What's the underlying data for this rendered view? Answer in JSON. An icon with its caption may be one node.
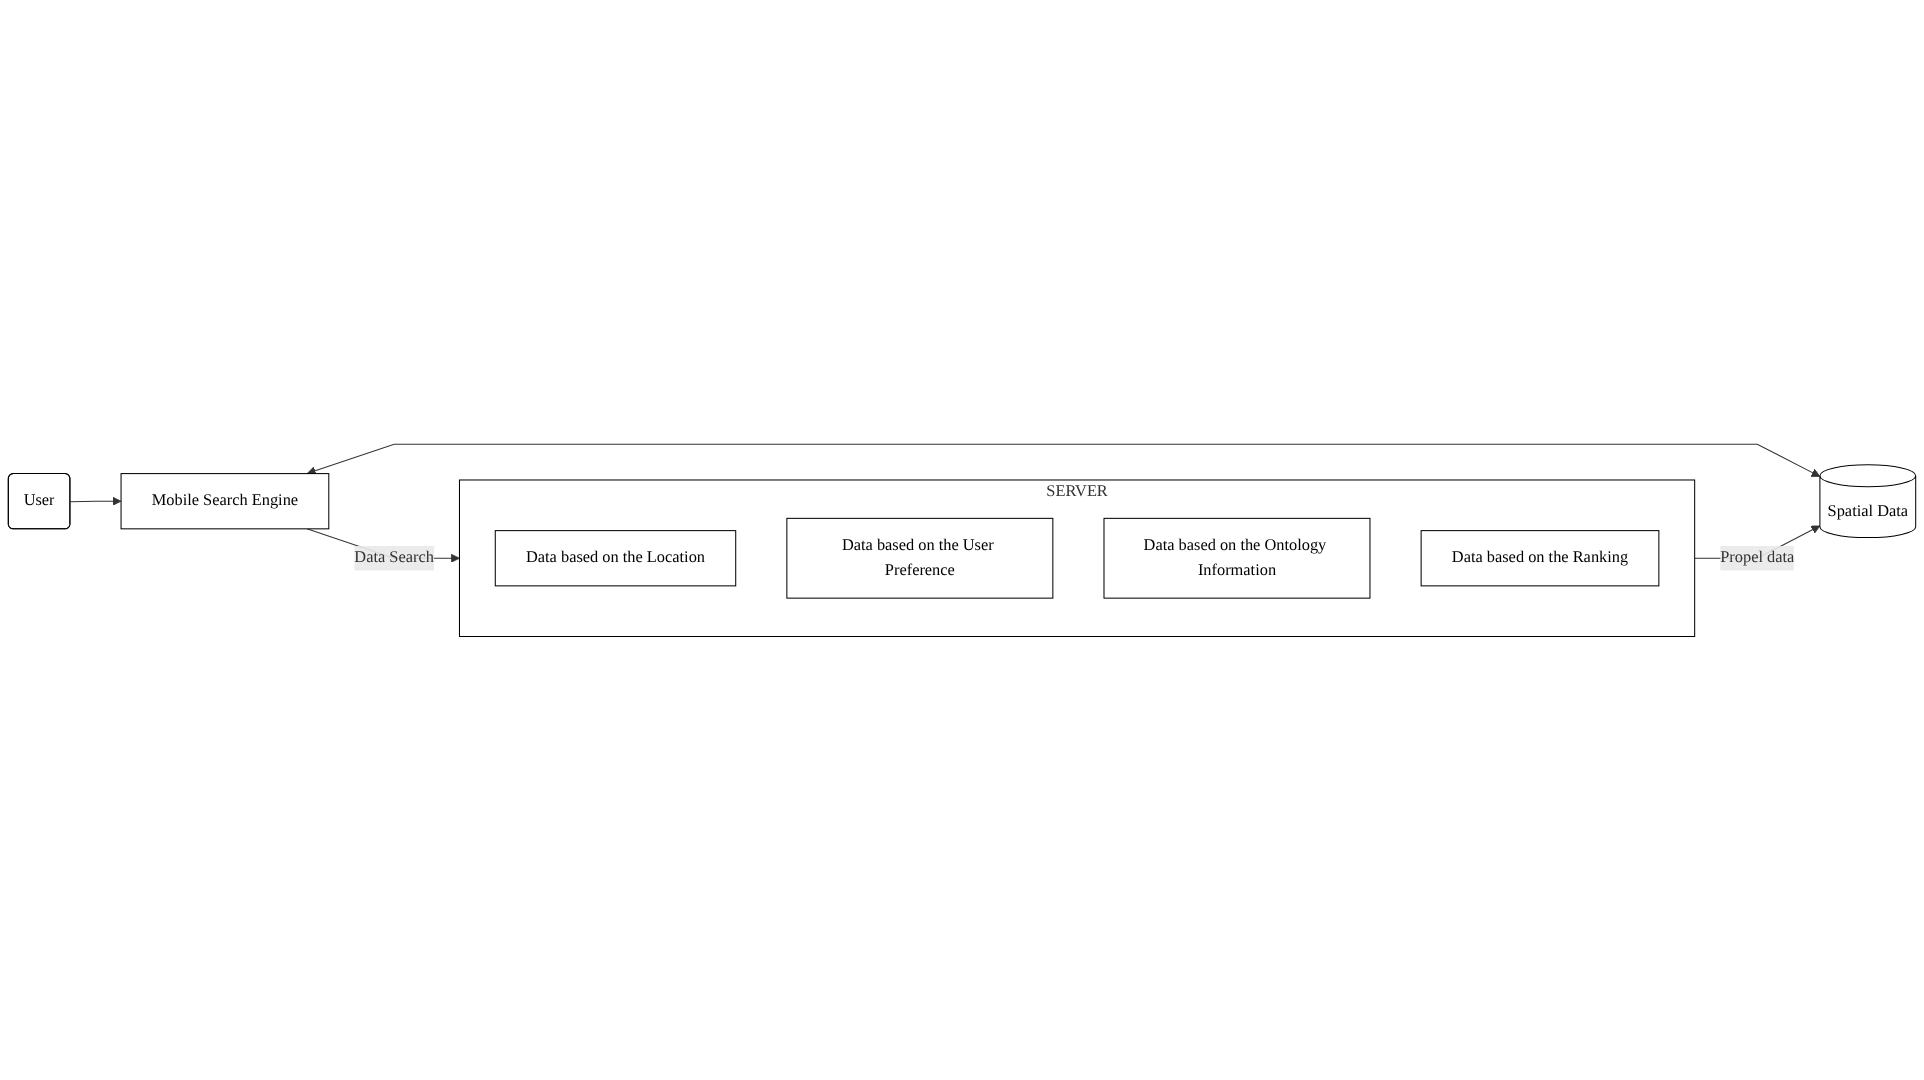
{
  "diagram": {
    "nodes": [
      {
        "text": [
          "User"
        ]
      },
      {
        "text": [
          "Mobile Search Engine"
        ]
      },
      {
        "text": [
          "Spatial Data"
        ]
      },
      {
        "text": [
          "SERVER"
        ]
      },
      {
        "text": [
          "Data based on the Location"
        ],
        "in": 3
      },
      {
        "text": [
          "Data based on the User Preference"
        ],
        "in": 3
      },
      {
        "text": [
          "Data based on the Ontology Information"
        ],
        "in": 3
      },
      {
        "text": [
          "Data based on the Ranking"
        ],
        "in": 3
      }
    ],
    "edges": [
      {
        "from": 0,
        "to": 1,
        "arrow": "to"
      },
      {
        "from": 1,
        "to": 2,
        "arrow": "both"
      },
      {
        "from": 1,
        "to": 3,
        "arrow": "to",
        "label": "Data Search"
      },
      {
        "from": 3,
        "to": 2,
        "arrow": "to",
        "label": "Propel data"
      }
    ]
  }
}
